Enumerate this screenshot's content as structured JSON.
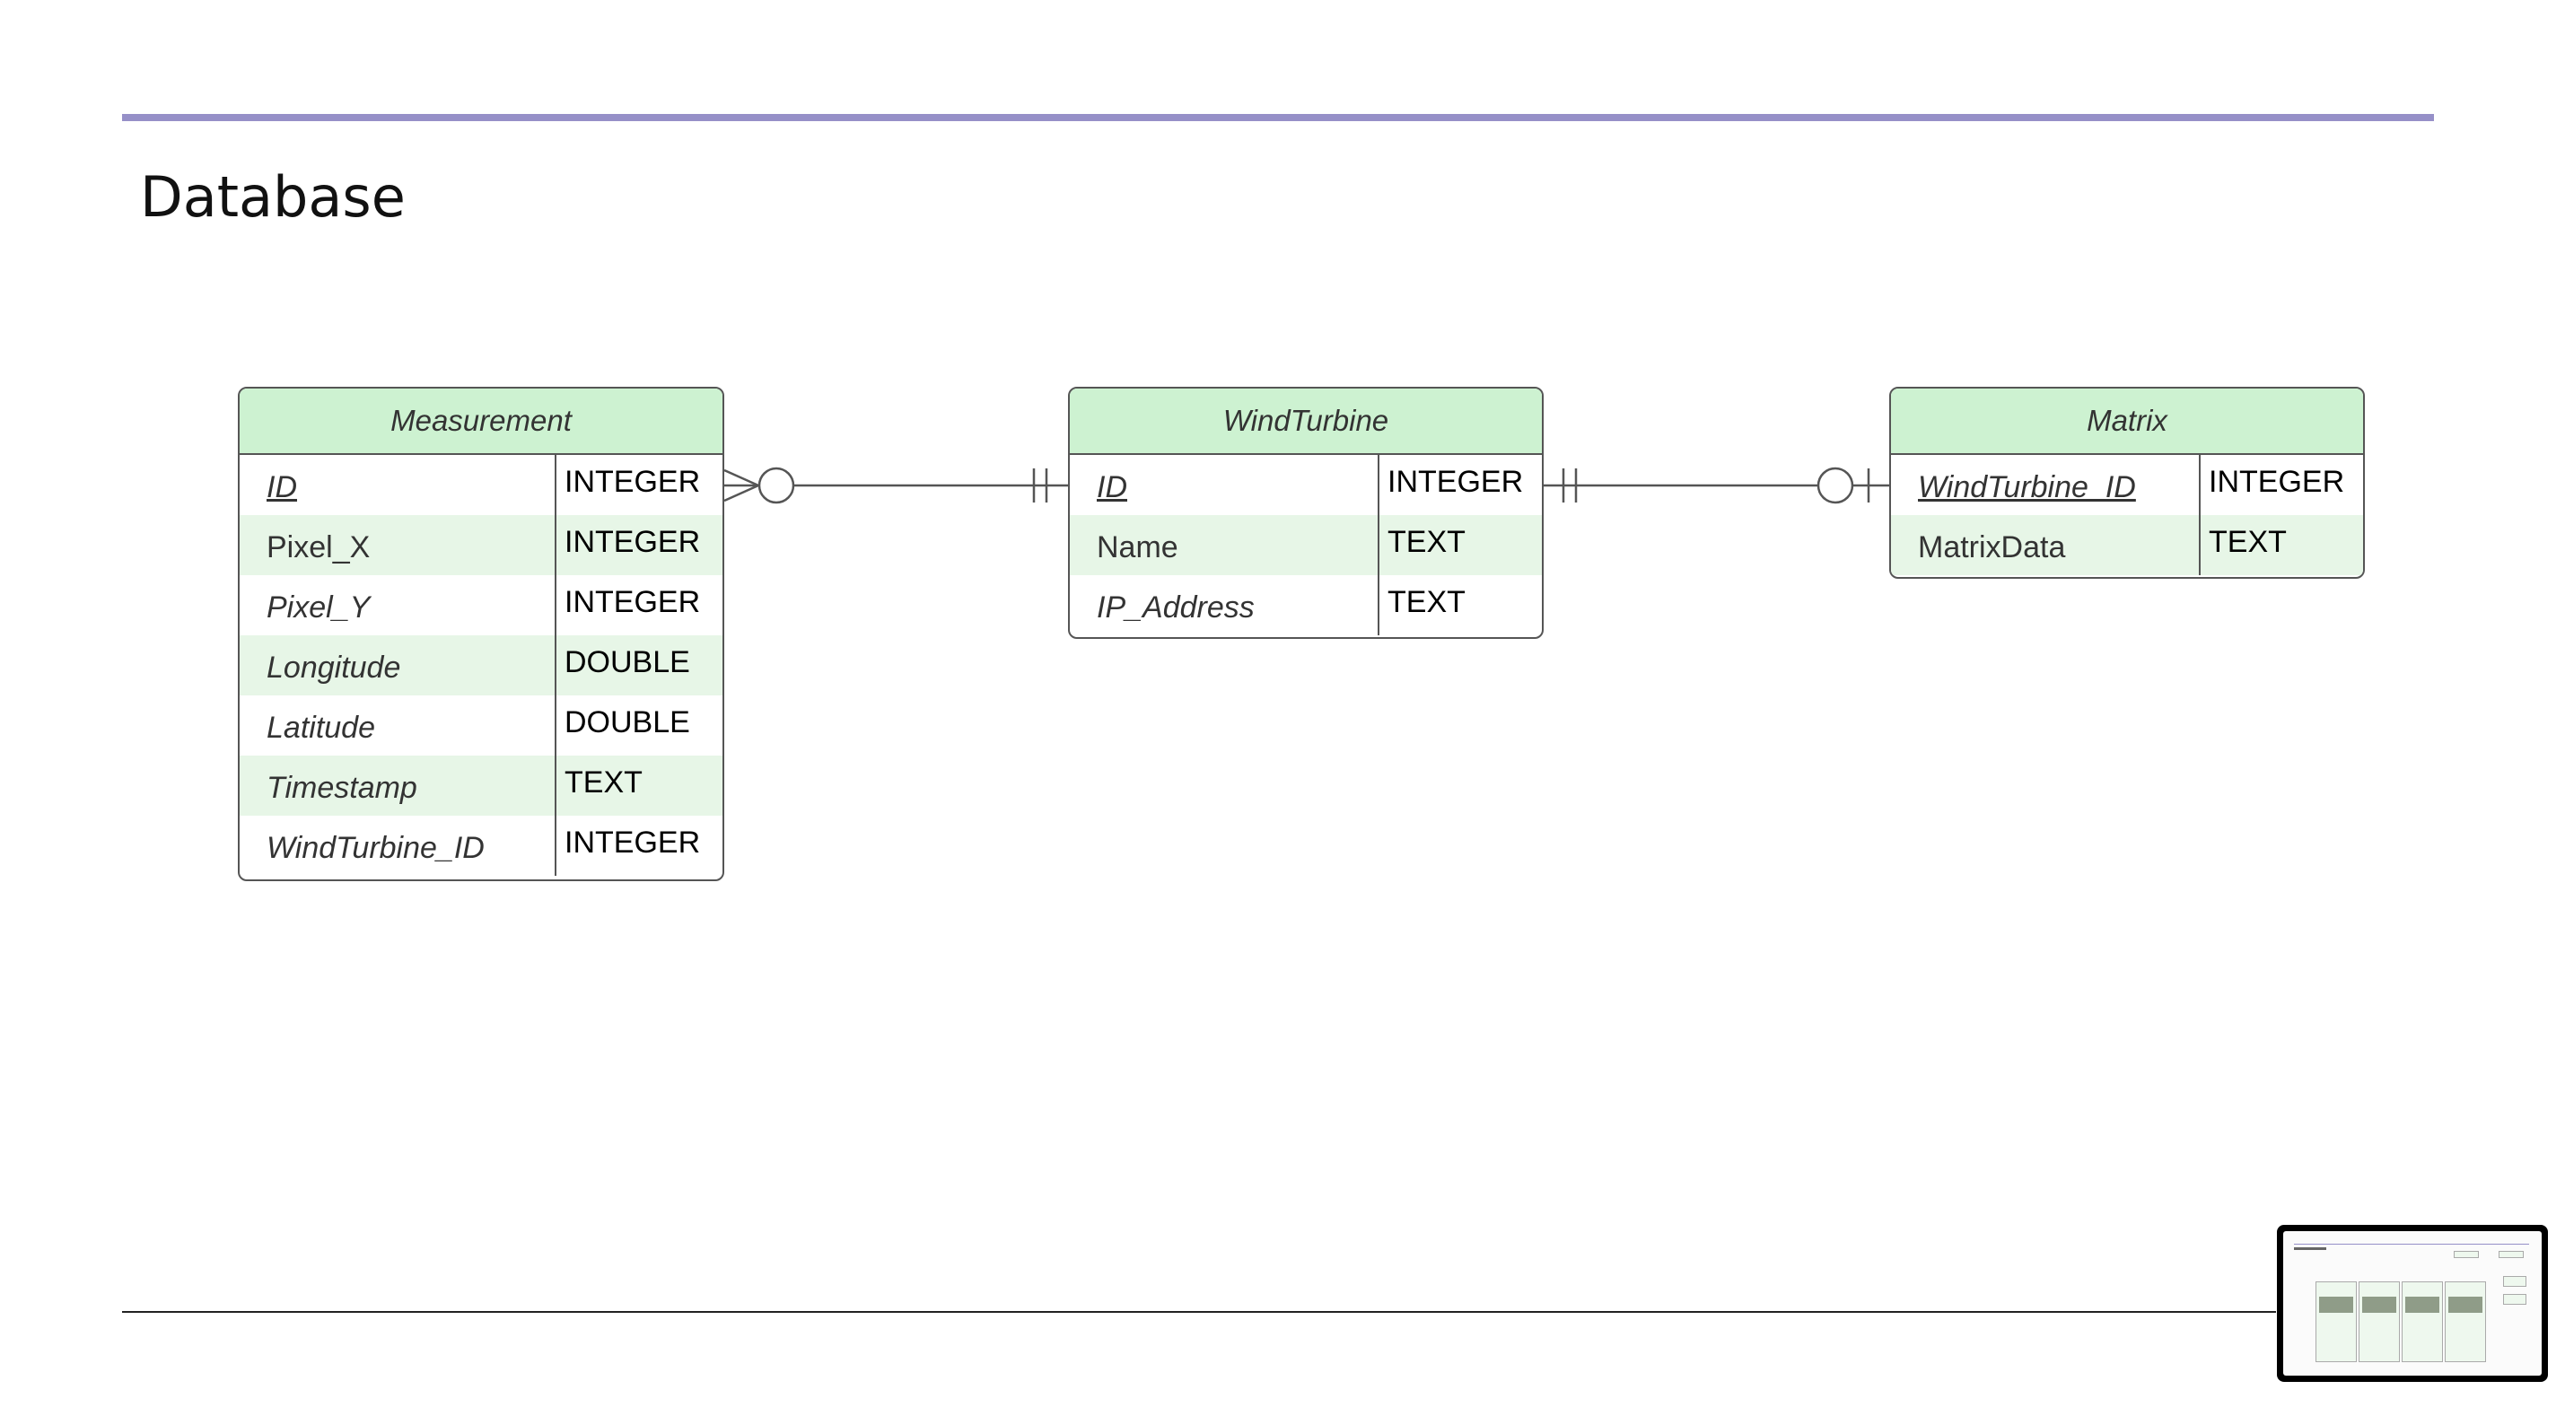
{
  "page": {
    "title": "Database"
  },
  "entities": {
    "measurement": {
      "name": "Measurement",
      "columns": [
        {
          "name": "ID",
          "type": "INTEGER"
        },
        {
          "name": "Pixel_X",
          "type": "INTEGER"
        },
        {
          "name": "Pixel_Y",
          "type": "INTEGER"
        },
        {
          "name": "Longitude",
          "type": "DOUBLE"
        },
        {
          "name": "Latitude",
          "type": "DOUBLE"
        },
        {
          "name": "Timestamp",
          "type": "TEXT"
        },
        {
          "name": "WindTurbine_ID",
          "type": "INTEGER"
        }
      ]
    },
    "windturbine": {
      "name": "WindTurbine",
      "columns": [
        {
          "name": "ID",
          "type": "INTEGER"
        },
        {
          "name": "Name",
          "type": "TEXT"
        },
        {
          "name": "IP_Address",
          "type": "TEXT"
        }
      ]
    },
    "matrix": {
      "name": "Matrix",
      "columns": [
        {
          "name": "WindTurbine_ID",
          "type": "INTEGER"
        },
        {
          "name": "MatrixData",
          "type": "TEXT"
        }
      ]
    }
  },
  "relationships": [
    {
      "from": "Measurement",
      "from_cardinality": "zero-or-many",
      "to": "WindTurbine",
      "to_cardinality": "one-and-only-one"
    },
    {
      "from": "WindTurbine",
      "from_cardinality": "one-and-only-one",
      "to": "Matrix",
      "to_cardinality": "zero-or-one"
    }
  ],
  "colors": {
    "header_fill": "#cdf2d1",
    "alt_row_fill": "#e7f6e7",
    "top_rule": "#9690c8",
    "border": "#555555"
  }
}
